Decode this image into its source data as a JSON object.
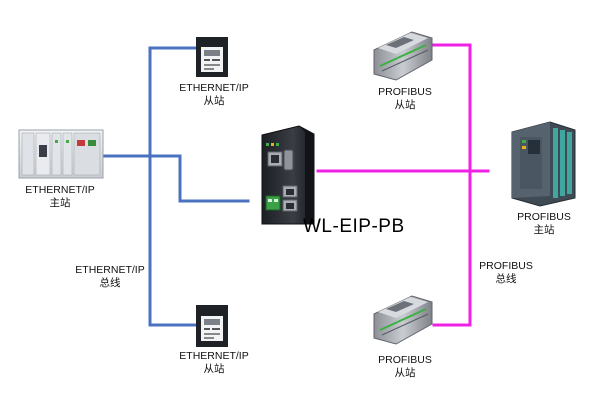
{
  "colors": {
    "ethernet_bus": "#4a72c0",
    "profibus_bus": "#f020e6"
  },
  "icons": {
    "master_plc": "plc-rack-icon",
    "slave_drive": "servo-drive-icon",
    "gateway": "gateway-device-icon",
    "profibus_module": "io-module-icon",
    "profibus_master": "siemens-plc-icon"
  },
  "nodes": {
    "eth_master": {
      "line1": "ETHERNET/IP",
      "line2": "主站"
    },
    "eth_slave_top": {
      "line1": "ETHERNET/IP",
      "line2": "从站"
    },
    "eth_slave_bottom": {
      "line1": "ETHERNET/IP",
      "line2": "从站"
    },
    "eth_bus": {
      "line1": "ETHERNET/IP",
      "line2": "总线"
    },
    "gateway": {
      "label": "WL-EIP-PB"
    },
    "pb_slave_top": {
      "line1": "PROFIBUS",
      "line2": "从站"
    },
    "pb_slave_bottom": {
      "line1": "PROFIBUS",
      "line2": "从站"
    },
    "pb_master": {
      "line1": "PROFIBUS",
      "line2": "主站"
    },
    "pb_bus": {
      "line1": "PROFIBUS",
      "line2": "总线"
    }
  }
}
